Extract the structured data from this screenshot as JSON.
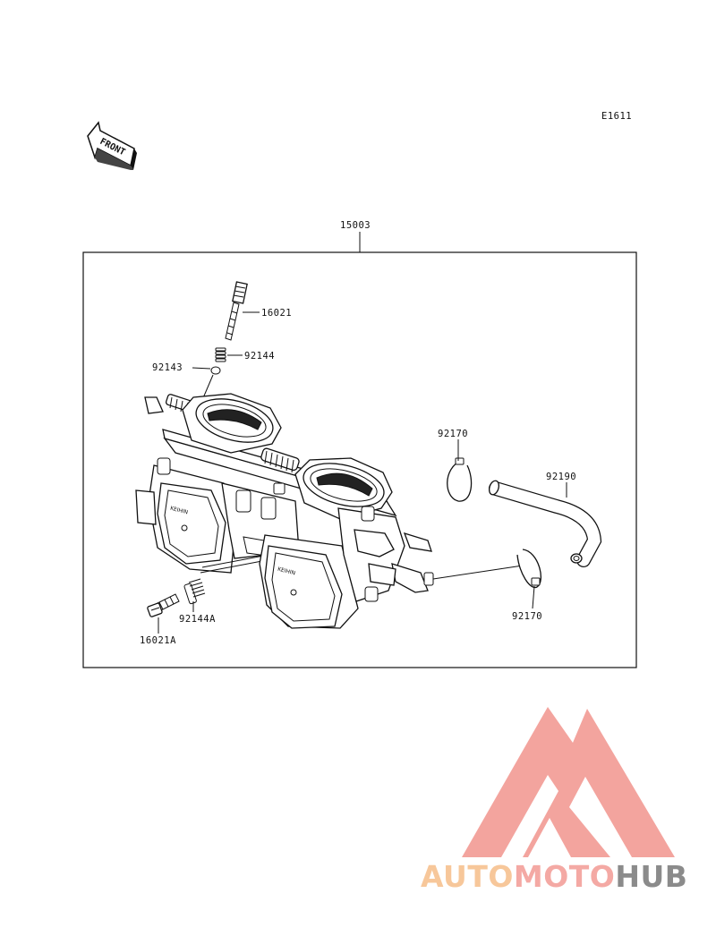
{
  "diagram_code": "E1611",
  "front_label": "FRONT",
  "assembly_part": "15003",
  "parts": [
    {
      "id": "p16021",
      "number": "16021"
    },
    {
      "id": "p92144",
      "number": "92144"
    },
    {
      "id": "p92143",
      "number": "92143"
    },
    {
      "id": "p92170a",
      "number": "92170"
    },
    {
      "id": "p92190",
      "number": "92190"
    },
    {
      "id": "p92170b",
      "number": "92170"
    },
    {
      "id": "p92144A",
      "number": "92144A"
    },
    {
      "id": "p16021A",
      "number": "16021A"
    }
  ],
  "watermark": {
    "words": [
      "AUTO",
      "MOTO",
      "HUB"
    ],
    "colors": {
      "auto": "#f7c79a",
      "moto": "#f4a9a4",
      "hub": "#8b8b8b",
      "logo": "#f29a94"
    }
  }
}
